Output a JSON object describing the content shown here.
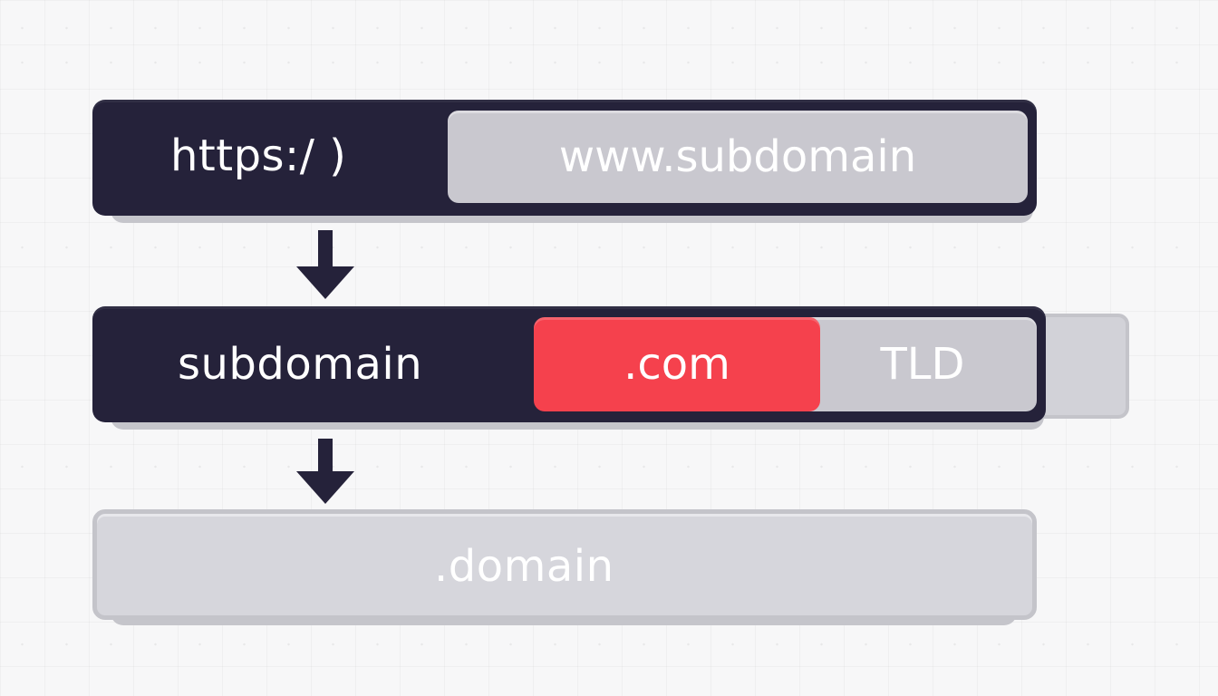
{
  "row1": {
    "protocol": "https:/ )",
    "host": "www.subdomain"
  },
  "row2": {
    "subdomain": "subdomain",
    "tld_ext": ".com",
    "tld_tag": "TLD"
  },
  "row3": {
    "domain": ".domain"
  },
  "colors": {
    "dark": "#25223a",
    "grey": "#c9c8cf",
    "red": "#f5414d",
    "light": "#d6d6dc"
  }
}
